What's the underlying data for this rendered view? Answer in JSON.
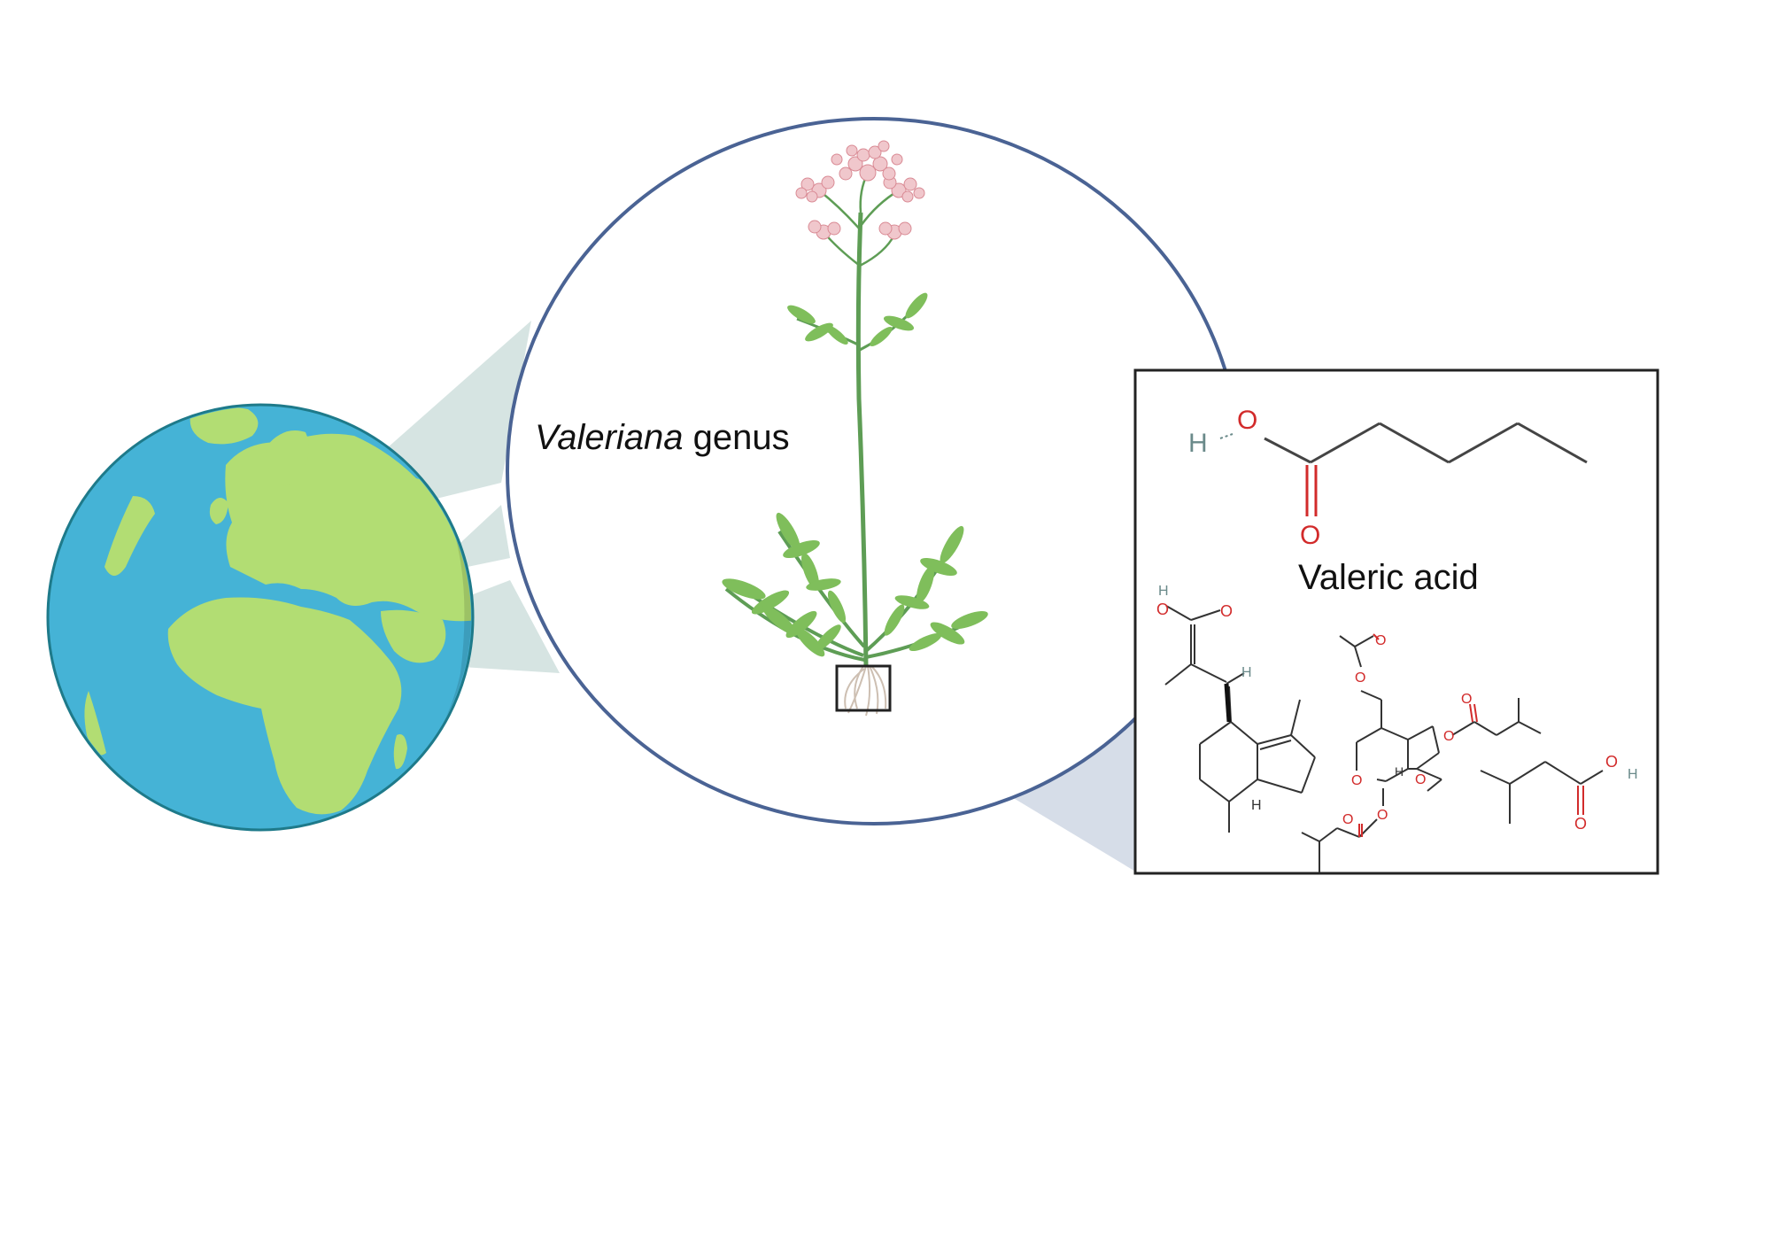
{
  "labels": {
    "genus_italic": "Valeriana",
    "genus_suffix": " genus",
    "compound_name": "Valeric acid"
  },
  "atoms": {
    "oxygen": "O",
    "hydrogen": "H"
  },
  "colors": {
    "ocean": "#45b3d6",
    "land": "#b2dd73",
    "globe_outline": "#1e7a8a",
    "circle_border": "#4a6394",
    "callout_gray_green": "#d6e4e2",
    "callout_blue_gray": "#d6dde8",
    "box_border": "#222222",
    "stem": "#5e9d55",
    "leaf": "#7fbe5b",
    "flower": "#f0c7cc",
    "root": "#cdbfb2",
    "heteroatom": "#d22b2b",
    "hydrogen": "#6a8a8a"
  }
}
